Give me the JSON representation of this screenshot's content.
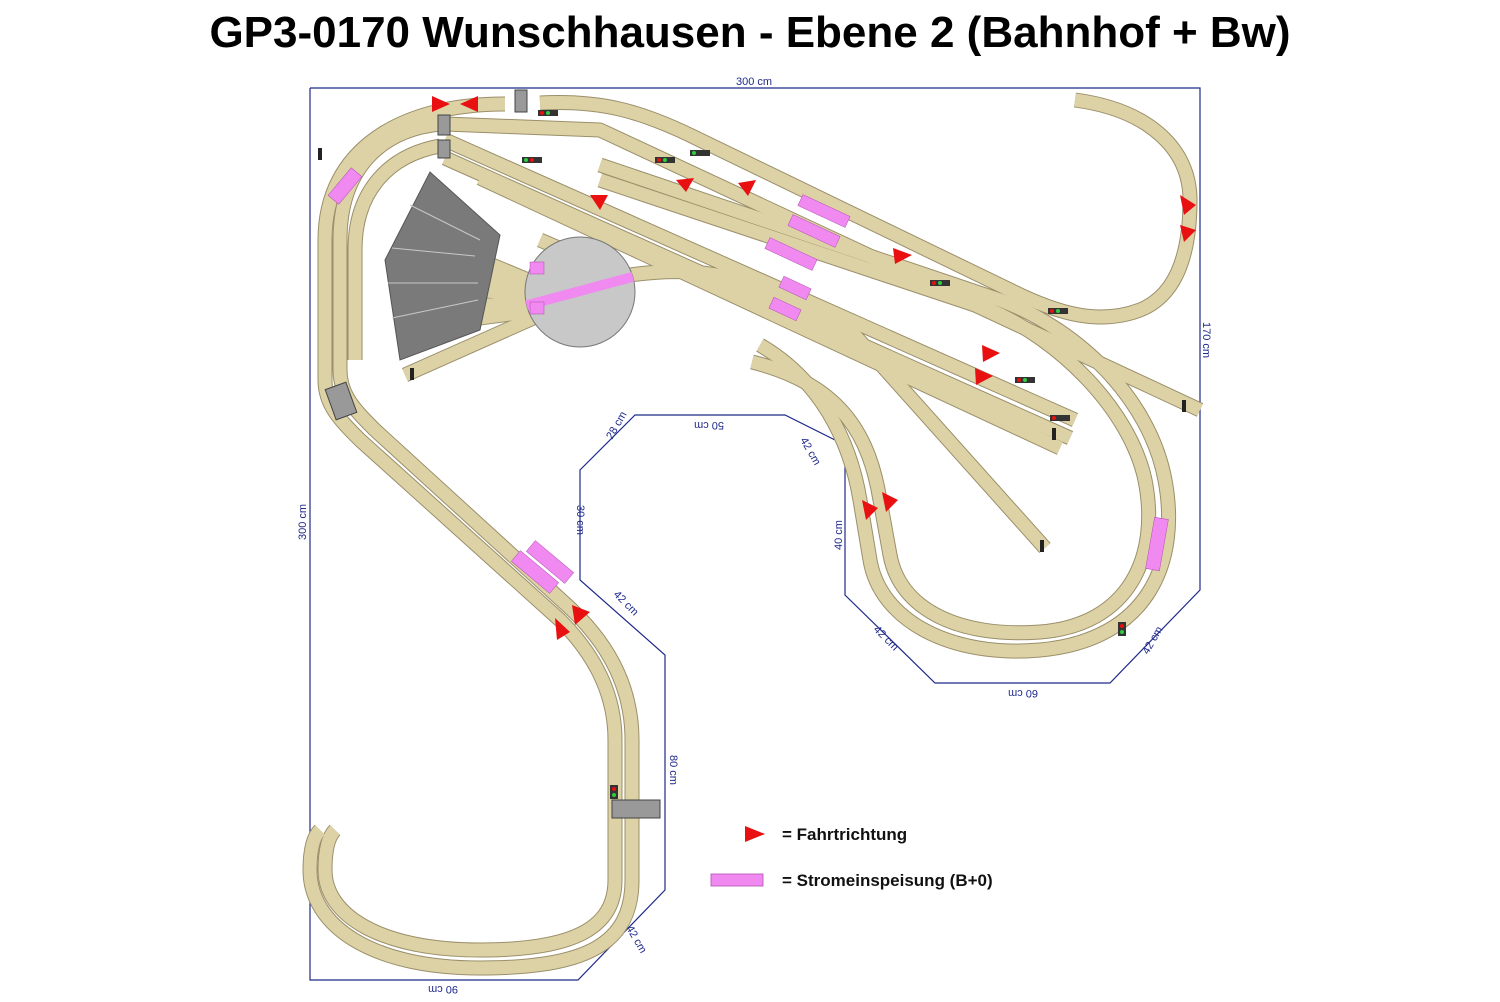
{
  "title": "GP3-0170 Wunschhausen - Ebene 2 (Bahnhof + Bw)",
  "dimensions": {
    "top": "300 cm",
    "left": "300 cm",
    "right": "170 cm",
    "bottom": "90 cm",
    "bottom_diag": "42 cm",
    "spur_right": "80 cm",
    "spur_diag": "42 cm",
    "inner_left_diag": "28 cm",
    "inner_top": "50 cm",
    "inner_right_diag": "42 cm",
    "inner_left": "30 cm",
    "inner_lower": "40 cm",
    "inner_lower_diag": "42 cm",
    "inner_bottom": "60 cm"
  },
  "legend": {
    "direction_label": "= Fahrtrichtung",
    "feed_label": "= Stromeinspeisung (B+0)"
  },
  "colors": {
    "track": "#ddd2a6",
    "track_edge": "#9a8f6a",
    "arrow": "#e81010",
    "feed": "#f08af0",
    "outline": "#1f2a8a",
    "turntable": "#c8c8c8",
    "roundhouse": "#7a7a7a"
  }
}
